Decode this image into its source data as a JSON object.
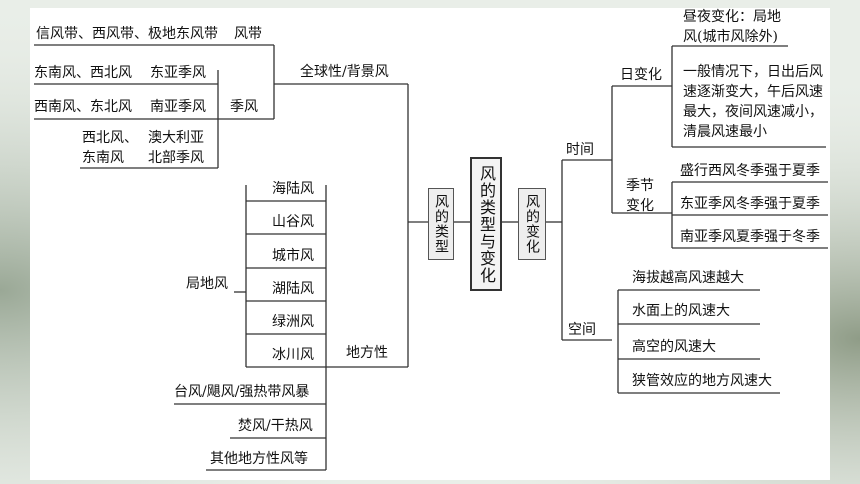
{
  "colors": {
    "line": "#333333",
    "box_bg": "#eeeeee",
    "panel": "#ffffff"
  },
  "center": {
    "title": "风的类型与变化"
  },
  "types": {
    "label": "风的类型",
    "global": {
      "label": "全球性/背景风",
      "belts_row": {
        "left": "信风带、西风带、极地东风带",
        "right": "风带"
      },
      "monsoon": {
        "label": "季风",
        "rows": [
          {
            "left": "东南风、西北风",
            "right": "东亚季风"
          },
          {
            "left": "西南风、东北风",
            "right": "南亚季风"
          },
          {
            "left": "西北风、东南风",
            "right": "澳大利亚北部季风"
          }
        ]
      }
    },
    "local": {
      "label": "地方性",
      "local_wind": {
        "label": "局地风",
        "items": [
          "海陆风",
          "山谷风",
          "城市风",
          "湖陆风",
          "绿洲风",
          "冰川风"
        ]
      },
      "others": [
        "台风/飓风/强热带风暴",
        "焚风/干热风",
        "其他地方性风等"
      ]
    }
  },
  "change": {
    "label": "风的变化",
    "time": {
      "label": "时间",
      "daily": {
        "label": "日变化",
        "notes": [
          "昼夜变化：局地风(城市风除外)",
          "一般情况下，日出后风速逐渐变大，午后风速最大，夜间风速减小，清晨风速最小"
        ]
      },
      "seasonal": {
        "label": "季节变化",
        "items": [
          "盛行西风冬季强于夏季",
          "东亚季风冬季强于夏季",
          "南亚季风夏季强于冬季"
        ]
      }
    },
    "space": {
      "label": "空间",
      "items": [
        "海拔越高风速越大",
        "水面上的风速大",
        "高空的风速大",
        "狭管效应的地方风速大"
      ]
    }
  }
}
